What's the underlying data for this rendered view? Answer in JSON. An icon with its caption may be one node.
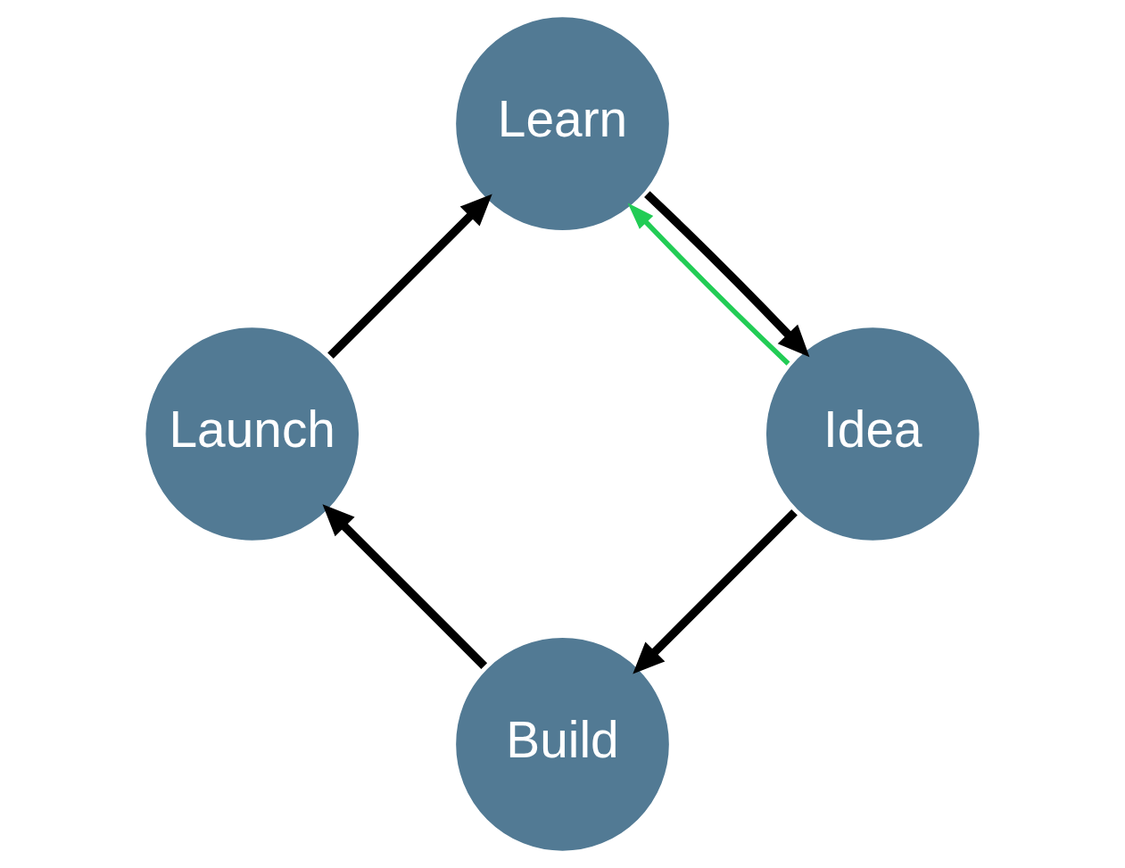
{
  "diagram": {
    "nodes": [
      {
        "text": [
          "Build"
        ]
      },
      {
        "text": [
          "Idea"
        ]
      },
      {
        "text": [
          "Launch"
        ]
      },
      {
        "text": [
          "Learn"
        ]
      }
    ],
    "edges": [
      {
        "from": 1,
        "to": 0,
        "arrow": "to"
      },
      {
        "from": 0,
        "to": 2,
        "arrow": "to"
      },
      {
        "from": 2,
        "to": 3,
        "arrow": "to"
      },
      {
        "from": 3,
        "to": 1,
        "arrow": "to"
      },
      {
        "from": 1,
        "to": 3,
        "arrow": "to",
        "color": "#22cc55"
      }
    ]
  }
}
